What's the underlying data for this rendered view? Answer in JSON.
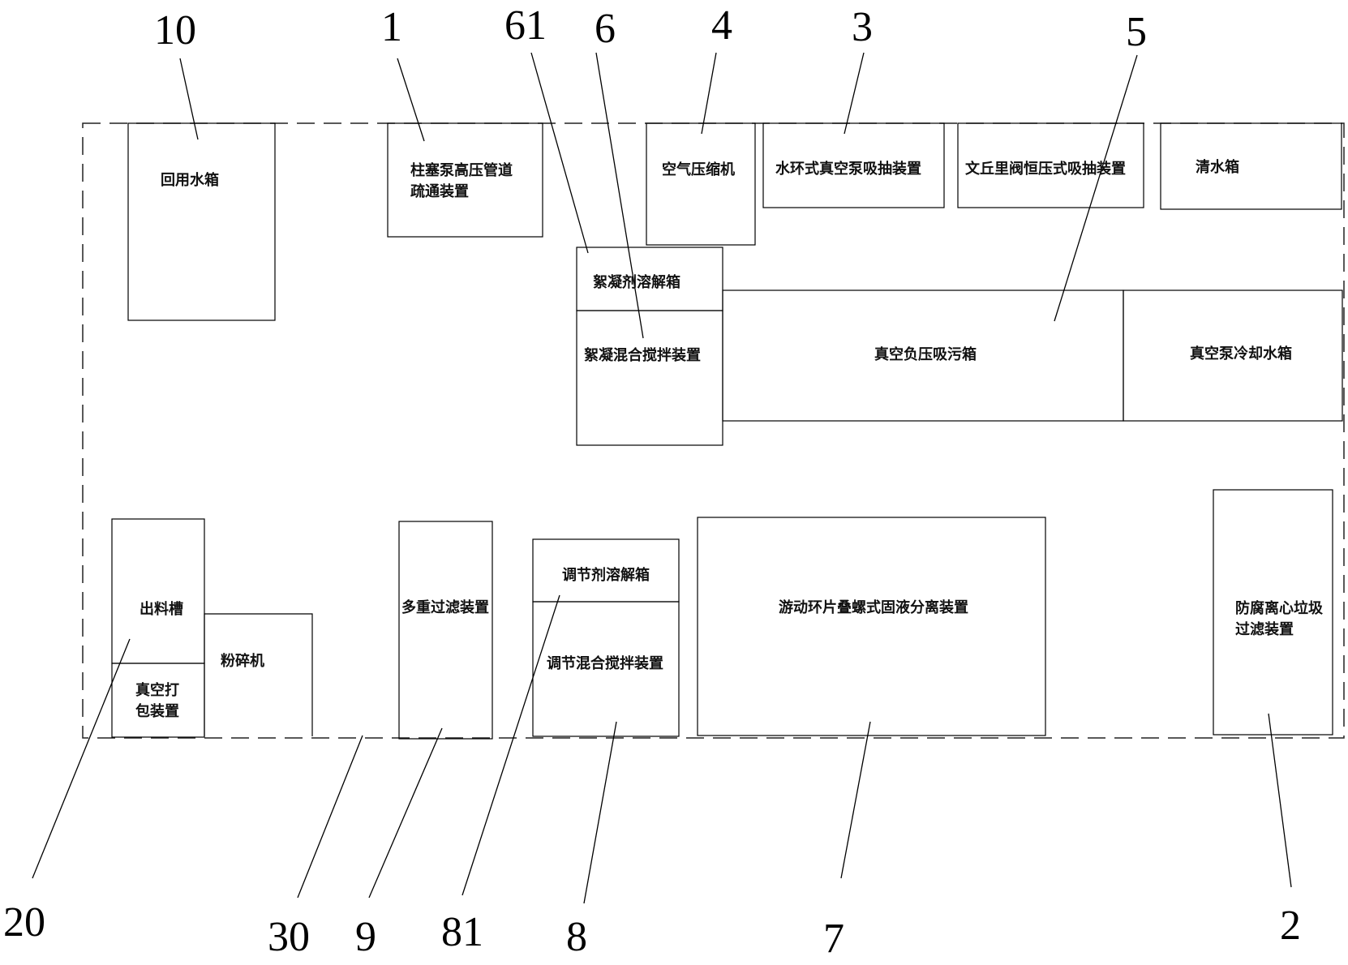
{
  "diagram": {
    "components": {
      "reuse_tank": "回用水箱",
      "plunger_dredging": "柱塞泵高压管道疏通装置",
      "air_compressor": "空气压缩机",
      "water_ring_pump": "水环式真空泵吸抽装置",
      "venturi_valve": "文丘里阀恒压式吸抽装置",
      "clean_tank": "清水箱",
      "flocculant_dissolve": "絮凝剂溶解箱",
      "flocculant_mix": "絮凝混合搅拌装置",
      "vacuum_suction_tank": "真空负压吸污箱",
      "vacuum_cooling_tank": "真空泵冷却水箱",
      "discharge_trough": "出料槽",
      "vacuum_packing": "真空打包装置",
      "crusher": "粉碎机",
      "multi_filter": "多重过滤装置",
      "regulator_dissolve": "调节剂溶解箱",
      "regulator_mix": "调节混合搅拌装置",
      "screw_separator": "游动环片叠螺式固液分离装置",
      "centrifugal_filter": "防腐离心垃圾过滤装置"
    },
    "callouts": {
      "n10": "10",
      "n1": "1",
      "n61": "61",
      "n6": "6",
      "n4": "4",
      "n3": "3",
      "n5": "5",
      "n20": "20",
      "n30": "30",
      "n9": "9",
      "n81": "81",
      "n8": "8",
      "n7": "7",
      "n2": "2"
    },
    "line_color": "#000000",
    "dash_color": "#333333"
  }
}
